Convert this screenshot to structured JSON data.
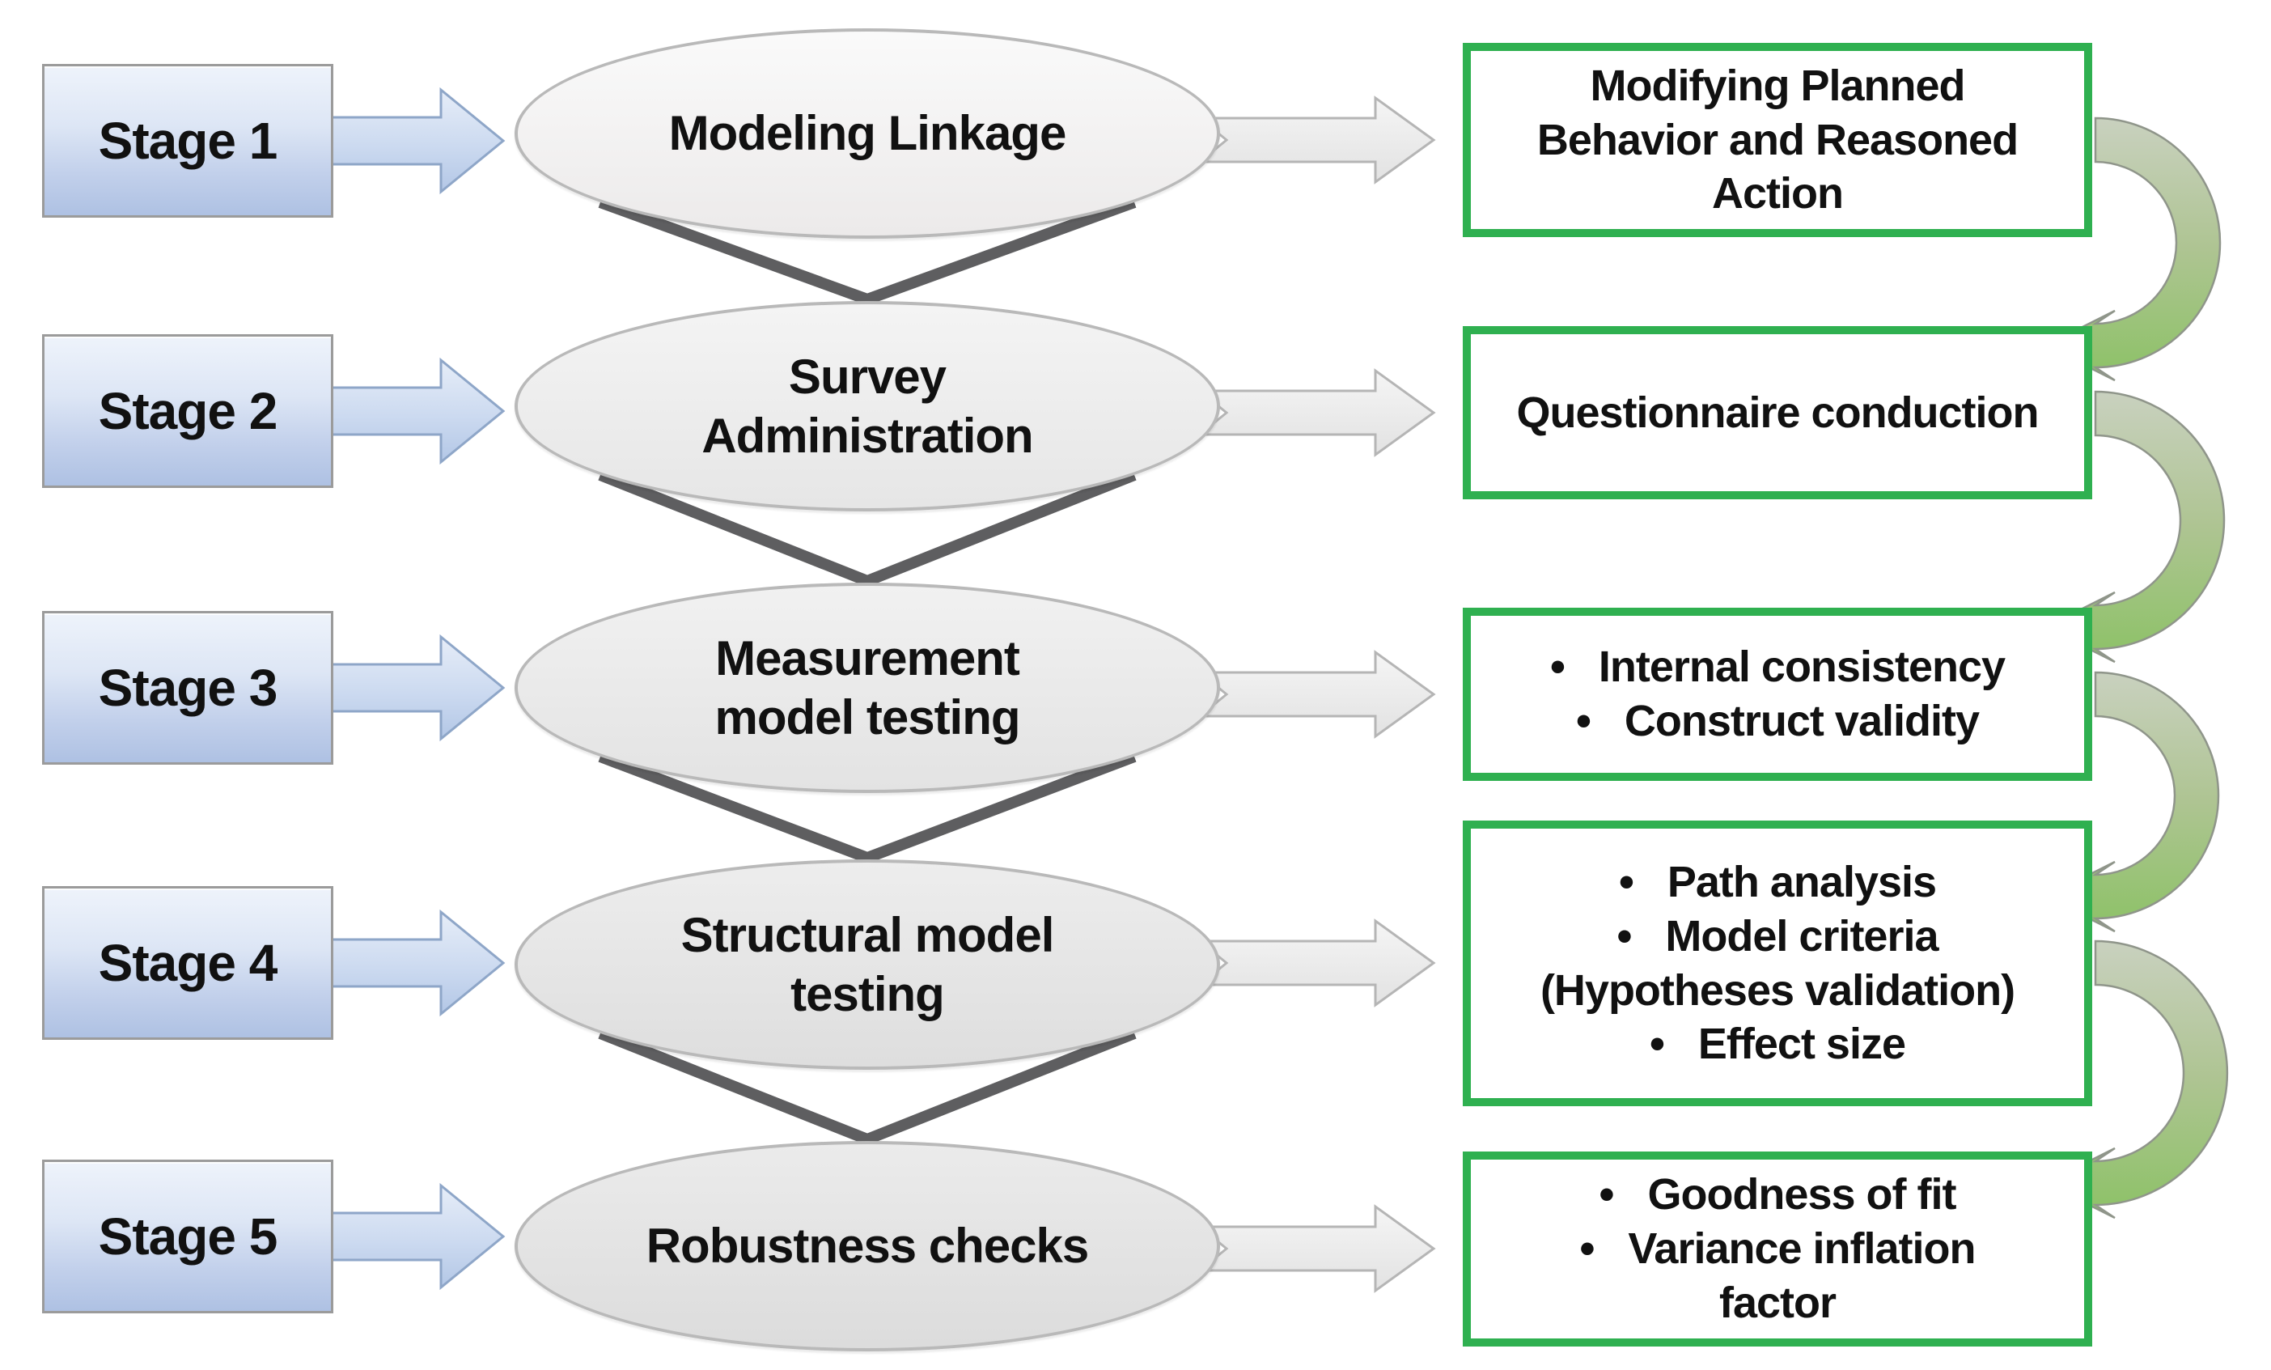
{
  "colors": {
    "stage_box_fill_top": "#eef3fb",
    "stage_box_fill_bottom": "#aec1e3",
    "stage_box_border": "#9b9b9b",
    "stage_arrow_fill": "#cddcf0",
    "stage_arrow_border": "#8ea6c8",
    "ellipse_fill_light": "#f4f4f4",
    "ellipse_border": "#b9b9b9",
    "merge_connector_gray": "#5e5e60",
    "process_arrow_fill": "#ececec",
    "process_arrow_border": "#b5b5b5",
    "outcome_box_border": "#2fb050",
    "outcome_box_fill": "#ffffff",
    "loop_arrow_green": "#8cc266",
    "loop_arrow_gray_green": "#c9d1bf",
    "text": "#111111"
  },
  "rows": [
    {
      "stage": "Stage 1",
      "ellipse_lines": [
        "Modeling Linkage"
      ],
      "box_lines": [
        "Modifying Planned",
        "Behavior and Reasoned",
        "Action"
      ]
    },
    {
      "stage": "Stage 2",
      "ellipse_lines": [
        "Survey",
        "Administration"
      ],
      "box_lines": [
        "Questionnaire conduction"
      ]
    },
    {
      "stage": "Stage 3",
      "ellipse_lines": [
        "Measurement",
        "model testing"
      ],
      "box_lines": [
        "•   Internal consistency",
        "•   Construct validity"
      ]
    },
    {
      "stage": "Stage 4",
      "ellipse_lines": [
        "Structural model",
        "testing"
      ],
      "box_lines": [
        "•   Path analysis",
        "•   Model criteria",
        "(Hypotheses validation)",
        "•   Effect size"
      ]
    },
    {
      "stage": "Stage 5",
      "ellipse_lines": [
        "Robustness checks"
      ],
      "box_lines": [
        "•   Goodness of fit",
        "•   Variance inflation",
        "factor"
      ]
    }
  ]
}
